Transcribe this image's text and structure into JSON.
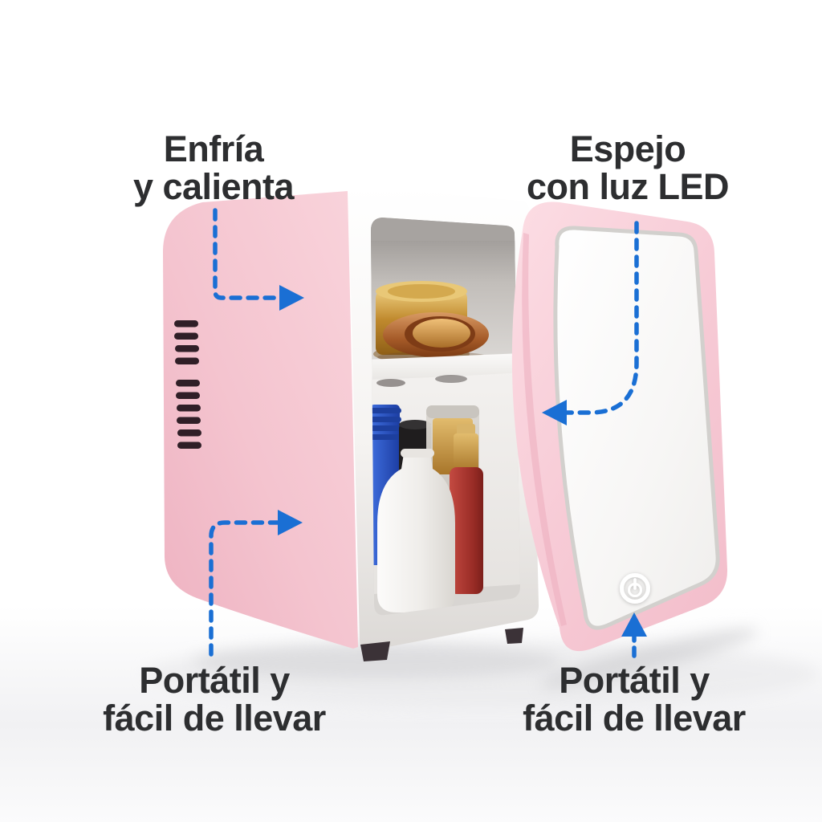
{
  "image": {
    "kind": "product-feature-infographic",
    "background": "#ffffff",
    "subject": "mini beauty fridge, pink, door open with LED mirror"
  },
  "labels": {
    "cool_heat": {
      "line1": "Enfría",
      "line2": "y calienta"
    },
    "mirror_led": {
      "line1": "Espejo",
      "line2": "con luz LED"
    },
    "portable_left": {
      "line1": "Portátil y",
      "line2": "fácil de llevar"
    },
    "portable_right": {
      "line1": "Portátil y",
      "line2": "fácil de llevar"
    }
  },
  "icons": {
    "power_button": "power-icon"
  },
  "colors": {
    "arrow_blue": "#1a6fd4",
    "label_text": "#2d2e30",
    "fridge_pink": "#f5c6d1",
    "door_pink": "#f8d0da",
    "frame_white": "#f6f4f2",
    "interior_grey": "#c9c6c3",
    "gold": "#b67f2a",
    "copper": "#a9572b",
    "bottle_blue": "#2450c0",
    "bottle_red": "#a33531",
    "bottle_white": "#f0eeea",
    "icon_white": "#ffffff"
  }
}
